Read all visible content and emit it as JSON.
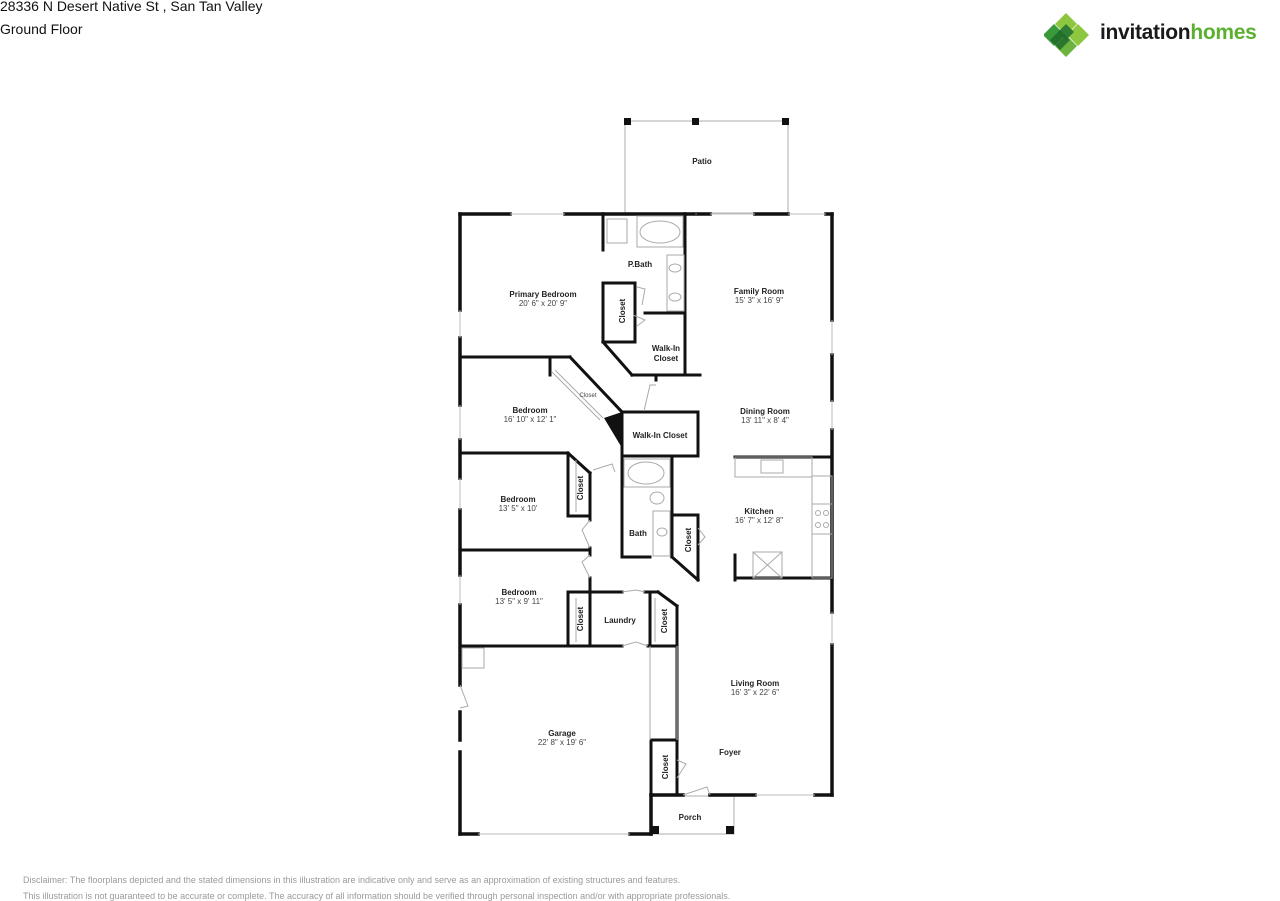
{
  "header": {
    "address": "28336 N Desert Native St , San Tan Valley",
    "floor": "Ground Floor"
  },
  "logo": {
    "word1": "invitation",
    "word2": "homes",
    "brand_color": "#5cb030",
    "text_color": "#1a1a1a"
  },
  "rooms": {
    "patio": {
      "label": "Patio"
    },
    "primary_bedroom": {
      "label": "Primary Bedroom",
      "dims": "20' 6\" x 20' 9\""
    },
    "p_bath": {
      "label": "P.Bath"
    },
    "primary_closet": {
      "label": "Closet"
    },
    "primary_walkin": {
      "label1": "Walk-In",
      "label2": "Closet"
    },
    "family_room": {
      "label": "Family Room",
      "dims": "15' 3\" x 16' 9\""
    },
    "bedroom_2": {
      "label": "Bedroom",
      "dims": "16' 10\" x 12' 1\""
    },
    "bedroom_2_closet": {
      "label": "Closet"
    },
    "walkin_closet": {
      "label": "Walk-In Closet"
    },
    "dining_room": {
      "label": "Dining Room",
      "dims": "13' 11\" x 8' 4\""
    },
    "bedroom_3": {
      "label": "Bedroom",
      "dims": "13' 5\" x 10'"
    },
    "bedroom_3_closet": {
      "label": "Closet"
    },
    "bath": {
      "label": "Bath"
    },
    "hall_closet": {
      "label": "Closet"
    },
    "kitchen": {
      "label": "Kitchen",
      "dims": "16' 7\" x 12' 8\""
    },
    "bedroom_4": {
      "label": "Bedroom",
      "dims": "13' 5\" x 9' 11\""
    },
    "bedroom_4_closet": {
      "label": "Closet"
    },
    "laundry": {
      "label": "Laundry"
    },
    "laundry_closet": {
      "label": "Closet"
    },
    "living_room": {
      "label": "Living Room",
      "dims": "16' 3\" x 22' 6\""
    },
    "garage": {
      "label": "Garage",
      "dims": "22' 8\" x 19' 6\""
    },
    "foyer_closet": {
      "label": "Closet"
    },
    "foyer": {
      "label": "Foyer"
    },
    "porch": {
      "label": "Porch"
    }
  },
  "disclaimer": {
    "line1": "Disclaimer: The floorplans depicted and the stated dimensions in this illustration are indicative only and serve as an approximation of existing structures and features.",
    "line2": "This illustration is not guaranteed to be accurate or complete. The accuracy of all information should be verified through personal inspection and/or with appropriate professionals."
  }
}
